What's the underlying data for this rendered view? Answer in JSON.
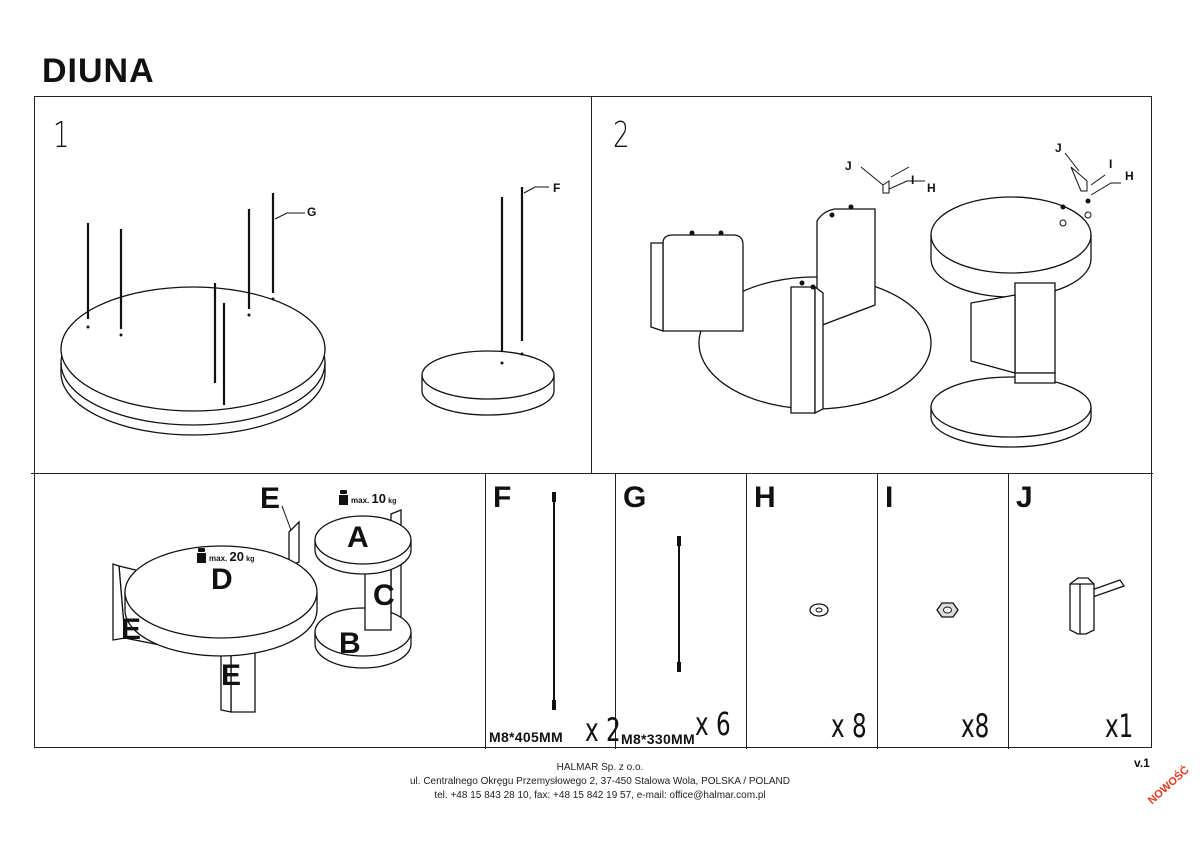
{
  "title": "DIUNA",
  "steps": [
    {
      "number": "1",
      "callouts": [
        "G",
        "F"
      ]
    },
    {
      "number": "2",
      "callouts": [
        "J",
        "I",
        "H",
        "J",
        "I",
        "H"
      ]
    }
  ],
  "overview": {
    "letters": [
      "E",
      "E",
      "E",
      "D",
      "A",
      "B",
      "C"
    ],
    "load_small": {
      "prefix": "max.",
      "value": "10",
      "unit": "kg"
    },
    "load_large": {
      "prefix": "max.",
      "value": "20",
      "unit": "kg"
    }
  },
  "parts": [
    {
      "label": "F",
      "dimension": "M8*405MM",
      "quantity": "x 2"
    },
    {
      "label": "G",
      "dimension": "M8*330MM",
      "quantity": "x 6"
    },
    {
      "label": "H",
      "dimension": "",
      "quantity": "x 8"
    },
    {
      "label": "I",
      "dimension": "",
      "quantity": "x8"
    },
    {
      "label": "J",
      "dimension": "",
      "quantity": "x1"
    }
  ],
  "footer": {
    "company": "HALMAR Sp. z o.o.",
    "address": "ul. Centralnego Okręgu Przemysłowego 2, 37-450 Stalowa Wola, POLSKA / POLAND",
    "contact": "tel. +48 15 843 28 10, fax: +48 15 842 19 57, e-mail: office@halmar.com.pl"
  },
  "version": "v.1",
  "badge": "NOWOŚĆ"
}
